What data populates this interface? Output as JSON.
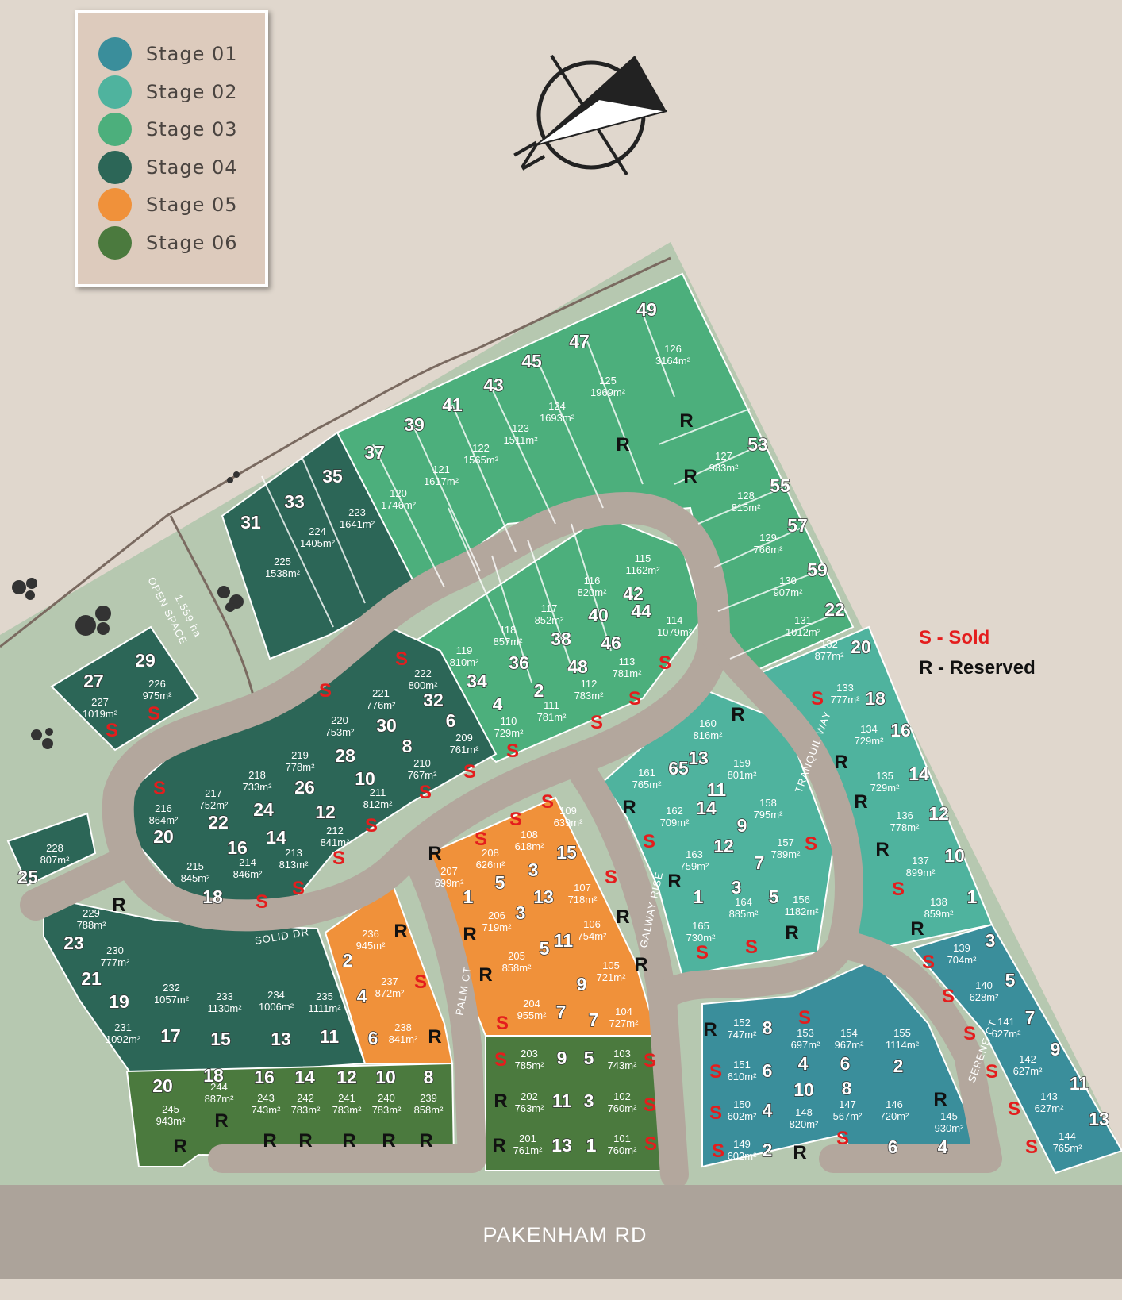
{
  "legend": [
    {
      "label": "Stage 01",
      "color": "#3a8e9b"
    },
    {
      "label": "Stage 02",
      "color": "#4fb39e"
    },
    {
      "label": "Stage 03",
      "color": "#4caf7c"
    },
    {
      "label": "Stage 04",
      "color": "#2c6657"
    },
    {
      "label": "Stage 05",
      "color": "#f0913a"
    },
    {
      "label": "Stage 06",
      "color": "#4b7a3e"
    }
  ],
  "status_key": {
    "sold": "S - Sold",
    "reserved": "R - Reserved",
    "sold_color": "#e41d1d",
    "reserved_color": "#111111"
  },
  "compass": {
    "label": "N",
    "icon": "north-arrow-icon"
  },
  "open_space": {
    "label": "OPEN SPACE",
    "area": "1.559 ha"
  },
  "roads": {
    "solid": "SOLID DR",
    "palm": "PALM CT",
    "galway": "GALWAY RISE",
    "tranquil": "TRANQUIL WAY",
    "serene": "SERENE CT",
    "pakenham": "PAKENHAM RD"
  },
  "lots": [
    {
      "lot": "126",
      "area": "3164m²",
      "no": "49",
      "status": "R",
      "stage": 3
    },
    {
      "lot": "125",
      "area": "1969m²",
      "no": "47",
      "status": "R",
      "stage": 3
    },
    {
      "lot": "124",
      "area": "1693m²",
      "no": "45",
      "status": "",
      "stage": 3
    },
    {
      "lot": "123",
      "area": "1511m²",
      "no": "43",
      "status": "",
      "stage": 3
    },
    {
      "lot": "122",
      "area": "1565m²",
      "no": "41",
      "status": "",
      "stage": 3
    },
    {
      "lot": "121",
      "area": "1617m²",
      "no": "39",
      "status": "",
      "stage": 3
    },
    {
      "lot": "120",
      "area": "1746m²",
      "no": "37",
      "status": "",
      "stage": 3
    },
    {
      "lot": "127",
      "area": "983m²",
      "no": "53",
      "status": "R",
      "stage": 3
    },
    {
      "lot": "128",
      "area": "815m²",
      "no": "55",
      "status": "",
      "stage": 3
    },
    {
      "lot": "129",
      "area": "766m²",
      "no": "57",
      "status": "",
      "stage": 3
    },
    {
      "lot": "130",
      "area": "907m²",
      "no": "59",
      "status": "",
      "stage": 3
    },
    {
      "lot": "131",
      "area": "1012m²",
      "no": "22",
      "status": "",
      "stage": 3
    },
    {
      "lot": "115",
      "area": "1162m²",
      "no": "42",
      "status": "",
      "stage": 3
    },
    {
      "lot": "116",
      "area": "820m²",
      "no": "40",
      "status": "",
      "stage": 3
    },
    {
      "lot": "117",
      "area": "852m²",
      "no": "38",
      "status": "",
      "stage": 3
    },
    {
      "lot": "118",
      "area": "857m²",
      "no": "36",
      "status": "",
      "stage": 3
    },
    {
      "lot": "119",
      "area": "810m²",
      "no": "34",
      "status": "",
      "stage": 3
    },
    {
      "lot": "114",
      "area": "1079m²",
      "no": "44",
      "status": "S",
      "stage": 3
    },
    {
      "lot": "113",
      "area": "781m²",
      "no": "46",
      "status": "S",
      "stage": 3
    },
    {
      "lot": "112",
      "area": "783m²",
      "no": "48",
      "status": "S",
      "stage": 3
    },
    {
      "lot": "111",
      "area": "781m²",
      "no": "2",
      "status": "",
      "stage": 3
    },
    {
      "lot": "110",
      "area": "729m²",
      "no": "4",
      "status": "S",
      "stage": 3
    },
    {
      "lot": "225",
      "area": "1538m²",
      "no": "31",
      "status": "",
      "stage": 4
    },
    {
      "lot": "224",
      "area": "1405m²",
      "no": "33",
      "status": "",
      "stage": 4
    },
    {
      "lot": "223",
      "area": "1641m²",
      "no": "35",
      "status": "",
      "stage": 4
    },
    {
      "lot": "222",
      "area": "800m²",
      "no": "32",
      "status": "S",
      "stage": 4
    },
    {
      "lot": "221",
      "area": "776m²",
      "no": "30",
      "status": "",
      "stage": 4
    },
    {
      "lot": "220",
      "area": "753m²",
      "no": "28",
      "status": "S",
      "stage": 4
    },
    {
      "lot": "219",
      "area": "778m²",
      "no": "26",
      "status": "",
      "stage": 4
    },
    {
      "lot": "218",
      "area": "733m²",
      "no": "24",
      "status": "",
      "stage": 4
    },
    {
      "lot": "217",
      "area": "752m²",
      "no": "22",
      "status": "",
      "stage": 4
    },
    {
      "lot": "216",
      "area": "864m²",
      "no": "20",
      "status": "S",
      "stage": 4
    },
    {
      "lot": "215",
      "area": "845m²",
      "no": "18",
      "status": "",
      "stage": 4
    },
    {
      "lot": "214",
      "area": "846m²",
      "no": "16",
      "status": "S",
      "stage": 4
    },
    {
      "lot": "213",
      "area": "813m²",
      "no": "14",
      "status": "S",
      "stage": 4
    },
    {
      "lot": "212",
      "area": "841m²",
      "no": "12",
      "status": "S",
      "stage": 4
    },
    {
      "lot": "211",
      "area": "812m²",
      "no": "10",
      "status": "S",
      "stage": 4
    },
    {
      "lot": "210",
      "area": "767m²",
      "no": "8",
      "status": "S",
      "stage": 4
    },
    {
      "lot": "209",
      "area": "761m²",
      "no": "6",
      "status": "S",
      "stage": 4
    },
    {
      "lot": "226",
      "area": "975m²",
      "no": "29",
      "status": "S",
      "stage": 4
    },
    {
      "lot": "227",
      "area": "1019m²",
      "no": "27",
      "status": "S",
      "stage": 4
    },
    {
      "lot": "228",
      "area": "807m²",
      "no": "25",
      "status": "",
      "stage": 4
    },
    {
      "lot": "229",
      "area": "788m²",
      "no": "23",
      "status": "R",
      "stage": 4
    },
    {
      "lot": "230",
      "area": "777m²",
      "no": "21",
      "status": "",
      "stage": 4
    },
    {
      "lot": "231",
      "area": "1092m²",
      "no": "19",
      "status": "",
      "stage": 4
    },
    {
      "lot": "232",
      "area": "1057m²",
      "no": "17",
      "status": "",
      "stage": 4
    },
    {
      "lot": "233",
      "area": "1130m²",
      "no": "15",
      "status": "",
      "stage": 4
    },
    {
      "lot": "234",
      "area": "1006m²",
      "no": "13",
      "status": "",
      "stage": 4
    },
    {
      "lot": "235",
      "area": "1111m²",
      "no": "11",
      "status": "",
      "stage": 4
    },
    {
      "lot": "236",
      "area": "945m²",
      "no": "2",
      "status": "R",
      "stage": 5
    },
    {
      "lot": "237",
      "area": "872m²",
      "no": "4",
      "status": "S",
      "stage": 5
    },
    {
      "lot": "238",
      "area": "841m²",
      "no": "6",
      "status": "R",
      "stage": 5
    },
    {
      "lot": "207",
      "area": "699m²",
      "no": "1",
      "status": "R",
      "stage": 5
    },
    {
      "lot": "208",
      "area": "626m²",
      "no": "5",
      "status": "S",
      "stage": 5
    },
    {
      "lot": "108",
      "area": "618m²",
      "no": "3",
      "status": "S",
      "stage": 5
    },
    {
      "lot": "109",
      "area": "639m²",
      "no": "15",
      "status": "S",
      "stage": 5
    },
    {
      "lot": "107",
      "area": "718m²",
      "no": "13",
      "status": "S",
      "stage": 5
    },
    {
      "lot": "206",
      "area": "719m²",
      "no": "3",
      "status": "R",
      "stage": 5
    },
    {
      "lot": "106",
      "area": "754m²",
      "no": "11",
      "status": "R",
      "stage": 5
    },
    {
      "lot": "205",
      "area": "858m²",
      "no": "5",
      "status": "R",
      "stage": 5
    },
    {
      "lot": "105",
      "area": "721m²",
      "no": "9",
      "status": "R",
      "stage": 5
    },
    {
      "lot": "204",
      "area": "955m²",
      "no": "7",
      "status": "S",
      "stage": 5
    },
    {
      "lot": "104",
      "area": "727m²",
      "no": "7",
      "status": "",
      "stage": 5
    },
    {
      "lot": "245",
      "area": "943m²",
      "no": "20",
      "status": "R",
      "stage": 6
    },
    {
      "lot": "244",
      "area": "887m²",
      "no": "18",
      "status": "R",
      "stage": 6
    },
    {
      "lot": "243",
      "area": "743m²",
      "no": "16",
      "status": "R",
      "stage": 6
    },
    {
      "lot": "242",
      "area": "783m²",
      "no": "14",
      "status": "R",
      "stage": 6
    },
    {
      "lot": "241",
      "area": "783m²",
      "no": "12",
      "status": "R",
      "stage": 6
    },
    {
      "lot": "240",
      "area": "783m²",
      "no": "10",
      "status": "R",
      "stage": 6
    },
    {
      "lot": "239",
      "area": "858m²",
      "no": "8",
      "status": "R",
      "stage": 6
    },
    {
      "lot": "203",
      "area": "785m²",
      "no": "9",
      "status": "S",
      "stage": 6
    },
    {
      "lot": "103",
      "area": "743m²",
      "no": "5",
      "status": "S",
      "stage": 6
    },
    {
      "lot": "202",
      "area": "763m²",
      "no": "11",
      "status": "R",
      "stage": 6
    },
    {
      "lot": "102",
      "area": "760m²",
      "no": "3",
      "status": "S",
      "stage": 6
    },
    {
      "lot": "201",
      "area": "761m²",
      "no": "13",
      "status": "R",
      "stage": 6
    },
    {
      "lot": "101",
      "area": "760m²",
      "no": "1",
      "status": "S",
      "stage": 6
    },
    {
      "lot": "132",
      "area": "877m²",
      "no": "20",
      "status": "",
      "stage": 2
    },
    {
      "lot": "133",
      "area": "777m²",
      "no": "18",
      "status": "S",
      "stage": 2
    },
    {
      "lot": "134",
      "area": "729m²",
      "no": "16",
      "status": "R",
      "stage": 2
    },
    {
      "lot": "135",
      "area": "729m²",
      "no": "14",
      "status": "R",
      "stage": 2
    },
    {
      "lot": "136",
      "area": "778m²",
      "no": "12",
      "status": "R",
      "stage": 2
    },
    {
      "lot": "137",
      "area": "899m²",
      "no": "10",
      "status": "S",
      "stage": 2
    },
    {
      "lot": "138",
      "area": "859m²",
      "no": "1",
      "status": "R",
      "stage": 2
    },
    {
      "lot": "160",
      "area": "816m²",
      "no": "13",
      "status": "R",
      "stage": 2
    },
    {
      "lot": "161",
      "area": "765m²",
      "no": "65",
      "status": "R",
      "stage": 2
    },
    {
      "lot": "159",
      "area": "801m²",
      "no": "11",
      "status": "",
      "stage": 2
    },
    {
      "lot": "162",
      "area": "709m²",
      "no": "14",
      "status": "S",
      "stage": 2
    },
    {
      "lot": "158",
      "area": "795m²",
      "no": "9",
      "status": "",
      "stage": 2
    },
    {
      "lot": "163",
      "area": "759m²",
      "no": "12",
      "status": "R",
      "stage": 2
    },
    {
      "lot": "157",
      "area": "789m²",
      "no": "7",
      "status": "S",
      "stage": 2
    },
    {
      "lot": "156",
      "area": "1182m²",
      "no": "5",
      "status": "R",
      "stage": 2
    },
    {
      "lot": "164",
      "area": "885m²",
      "no": "3",
      "status": "S",
      "stage": 2
    },
    {
      "lot": "165",
      "area": "730m²",
      "no": "1",
      "status": "S",
      "stage": 2
    },
    {
      "lot": "139",
      "area": "704m²",
      "no": "3",
      "status": "S",
      "stage": 1
    },
    {
      "lot": "140",
      "area": "628m²",
      "no": "5",
      "status": "S",
      "stage": 1
    },
    {
      "lot": "141",
      "area": "627m²",
      "no": "7",
      "status": "S",
      "stage": 1
    },
    {
      "lot": "142",
      "area": "627m²",
      "no": "9",
      "status": "S",
      "stage": 1
    },
    {
      "lot": "143",
      "area": "627m²",
      "no": "11",
      "status": "S",
      "stage": 1
    },
    {
      "lot": "144",
      "area": "765m²",
      "no": "13",
      "status": "S",
      "stage": 1
    },
    {
      "lot": "152",
      "area": "747m²",
      "no": "8",
      "status": "R",
      "stage": 1
    },
    {
      "lot": "151",
      "area": "610m²",
      "no": "6",
      "status": "S",
      "stage": 1
    },
    {
      "lot": "150",
      "area": "602m²",
      "no": "4",
      "status": "S",
      "stage": 1
    },
    {
      "lot": "149",
      "area": "602m²",
      "no": "2",
      "status": "S",
      "stage": 1
    },
    {
      "lot": "153",
      "area": "697m²",
      "no": "4",
      "status": "S",
      "stage": 1
    },
    {
      "lot": "154",
      "area": "967m²",
      "no": "6",
      "status": "",
      "stage": 1
    },
    {
      "lot": "148",
      "area": "820m²",
      "no": "10",
      "status": "R",
      "stage": 1
    },
    {
      "lot": "147",
      "area": "567m²",
      "no": "8",
      "status": "S",
      "stage": 1
    },
    {
      "lot": "155",
      "area": "1114m²",
      "no": "2",
      "status": "",
      "stage": 1
    },
    {
      "lot": "146",
      "area": "720m²",
      "no": "6",
      "status": "",
      "stage": 1
    },
    {
      "lot": "145",
      "area": "930m²",
      "no": "4",
      "status": "R",
      "stage": 1
    }
  ]
}
